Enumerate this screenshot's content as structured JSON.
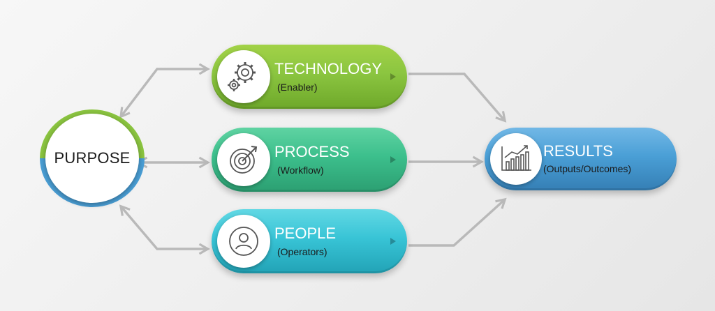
{
  "purpose": {
    "label": "PURPOSE"
  },
  "nodes": {
    "technology": {
      "title": "TECHNOLOGY",
      "subtitle": "(Enabler)",
      "icon": "gears-icon",
      "color": "#8bc540"
    },
    "process": {
      "title": "PROCESS",
      "subtitle": "(Workflow)",
      "icon": "target-icon",
      "color": "#3cbf8c"
    },
    "people": {
      "title": "PEOPLE",
      "subtitle": "(Operators)",
      "icon": "person-icon",
      "color": "#38c4d6"
    },
    "results": {
      "title": "RESULTS",
      "subtitle": "(Outputs/Outcomes)",
      "icon": "bar-chart-icon",
      "color": "#4a9fd6"
    }
  },
  "colors": {
    "arrow": "#b9b9b9",
    "purpose_top": "#8bc540",
    "purpose_bottom": "#4a9fd6"
  }
}
